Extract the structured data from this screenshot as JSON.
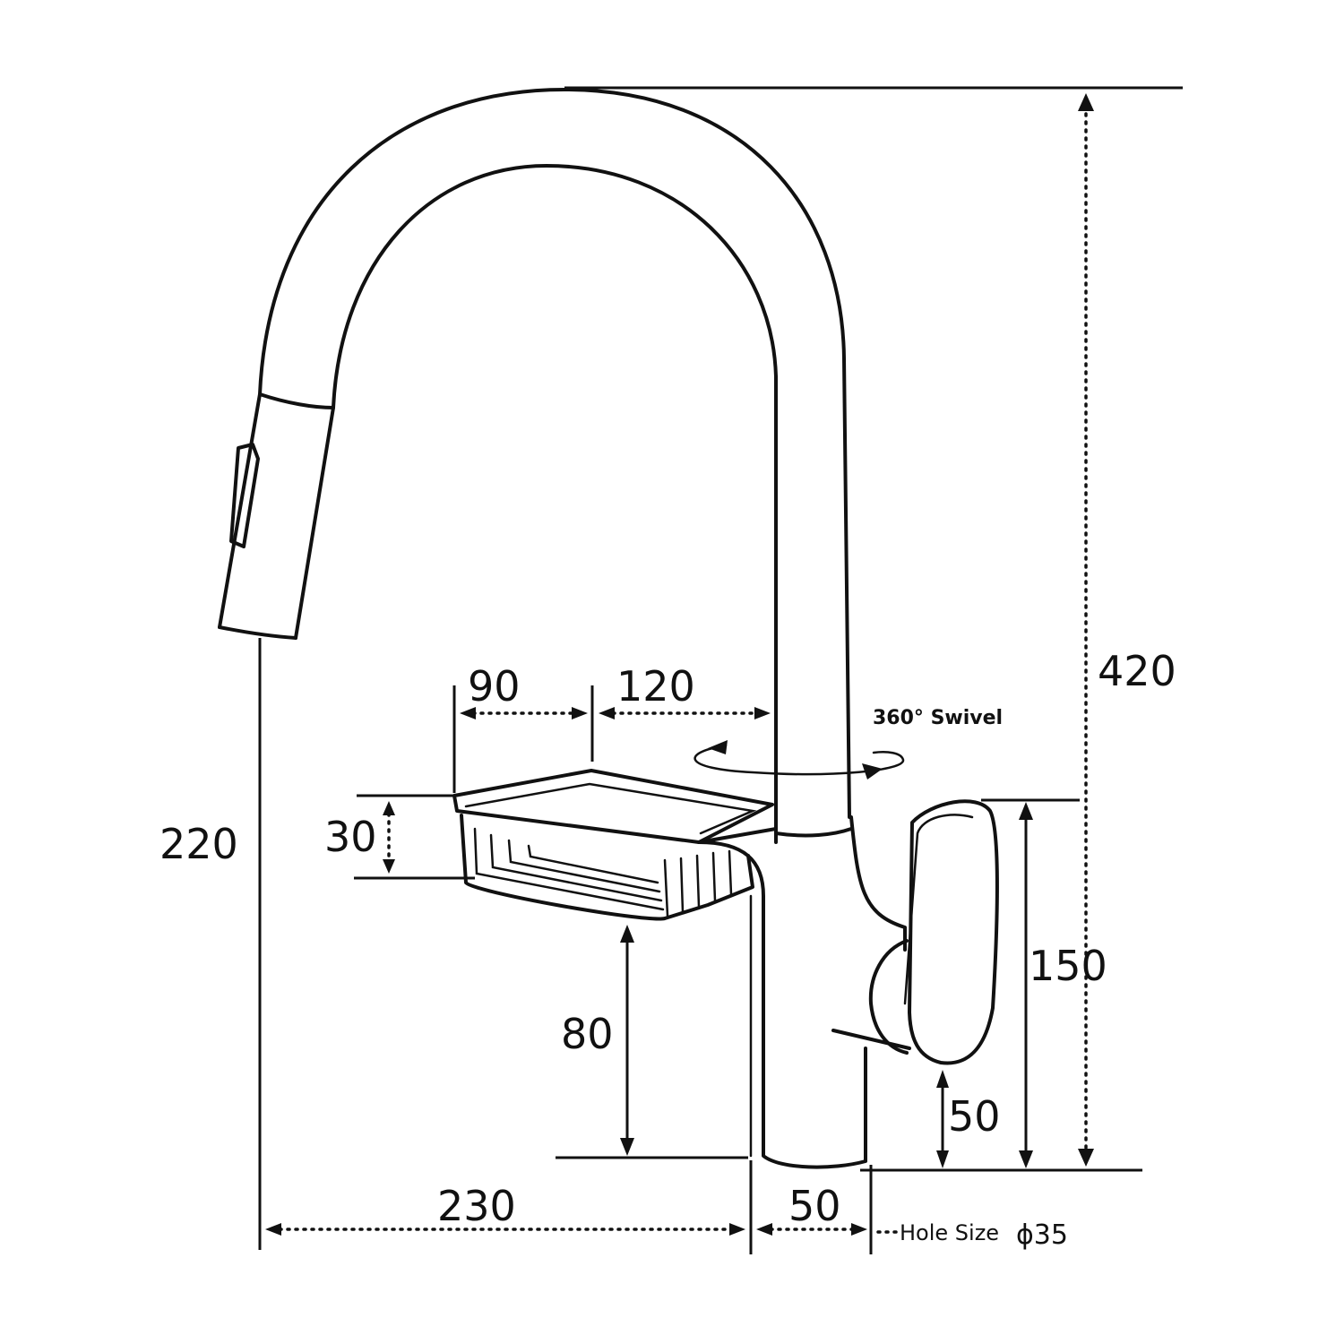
{
  "dimensions": {
    "total_height": "420",
    "spout_height": "220",
    "handle_height": "150",
    "handle_base": "50",
    "basket_to_deck": "80",
    "basket_depth": "30",
    "basket_width_a": "90",
    "basket_width_b": "120",
    "reach": "230",
    "base_diameter": "50"
  },
  "labels": {
    "swivel": "360° Swivel",
    "hole_size_prefix": "Hole Size",
    "hole_size_value": "ϕ35"
  },
  "colors": {
    "line": "#111111",
    "background": "#ffffff"
  }
}
